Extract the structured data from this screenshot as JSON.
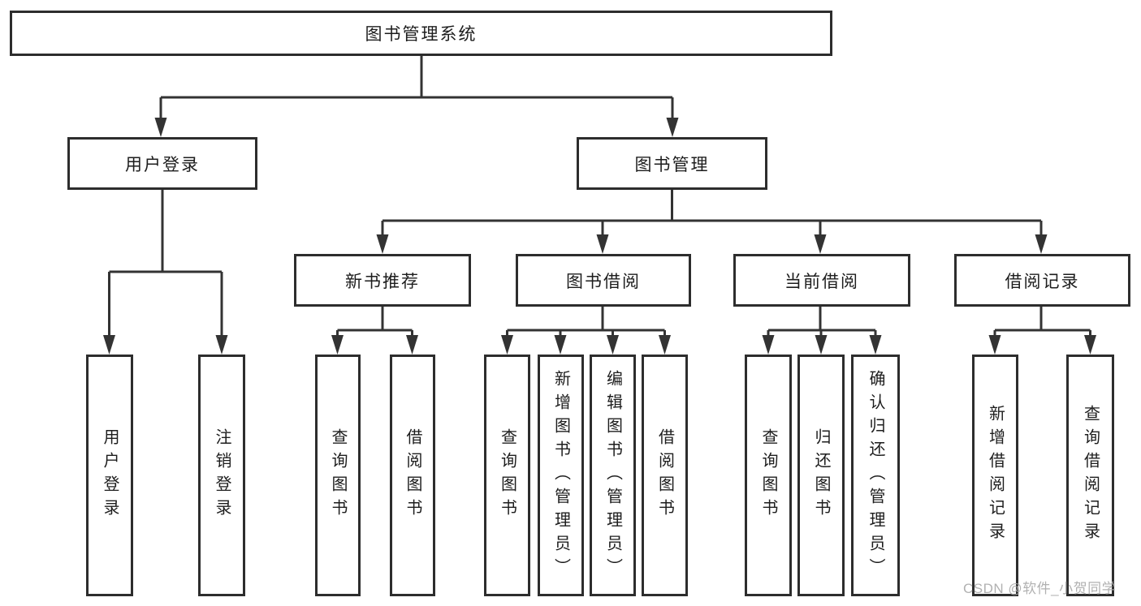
{
  "tree": {
    "label": "图书管理系统",
    "children": [
      {
        "label": "用户登录",
        "children": [
          {
            "label": "用户登录"
          },
          {
            "label": "注销登录"
          }
        ]
      },
      {
        "label": "图书管理",
        "children": [
          {
            "label": "新书推荐",
            "children": [
              {
                "label": "查询图书"
              },
              {
                "label": "借阅图书"
              }
            ]
          },
          {
            "label": "图书借阅",
            "children": [
              {
                "label": "查询图书"
              },
              {
                "label": "新增图书（管理员）"
              },
              {
                "label": "编辑图书（管理员）"
              },
              {
                "label": "借阅图书"
              }
            ]
          },
          {
            "label": "当前借阅",
            "children": [
              {
                "label": "查询图书"
              },
              {
                "label": "归还图书"
              },
              {
                "label": "确认归还（管理员）"
              }
            ]
          },
          {
            "label": "借阅记录",
            "children": [
              {
                "label": "新增借阅记录"
              },
              {
                "label": "查询借阅记录"
              }
            ]
          }
        ]
      }
    ]
  },
  "watermark": "CSDN @软件_小贺同学",
  "colors": {
    "line": "#333333",
    "border": "#2d2d2d",
    "text": "#1d1d1d",
    "watermark": "#a9a9a9"
  }
}
